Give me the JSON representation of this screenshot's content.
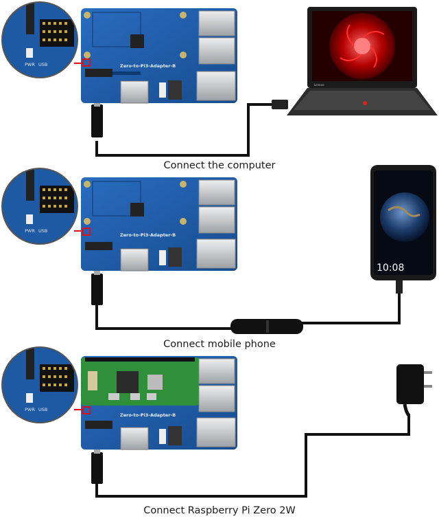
{
  "panels": [
    {
      "caption": "Connect the computer",
      "board_label": "Zero-to-Pi3-Adapter-B",
      "zoom_labels": [
        "PWR",
        "USB"
      ],
      "device": "laptop-icon",
      "laptop_brand": "Lenovo"
    },
    {
      "caption": "Connect mobile phone",
      "board_label": "Zero-to-Pi3-Adapter-B",
      "zoom_labels": [
        "PWR",
        "USB"
      ],
      "device": "smartphone-icon",
      "phone_time": "10:08"
    },
    {
      "caption": "Connect Raspberry Pi Zero 2W",
      "board_label": "Zero-to-Pi3-Adapter-B",
      "zoom_labels": [
        "PWR",
        "USB"
      ],
      "device": "power-adapter-icon"
    }
  ],
  "colors": {
    "pcb_blue": "#1f5fa8",
    "pi_green": "#2f8f3a",
    "cable": "#111111",
    "highlight_red": "#e01010",
    "metal": "#c7c9cc"
  }
}
